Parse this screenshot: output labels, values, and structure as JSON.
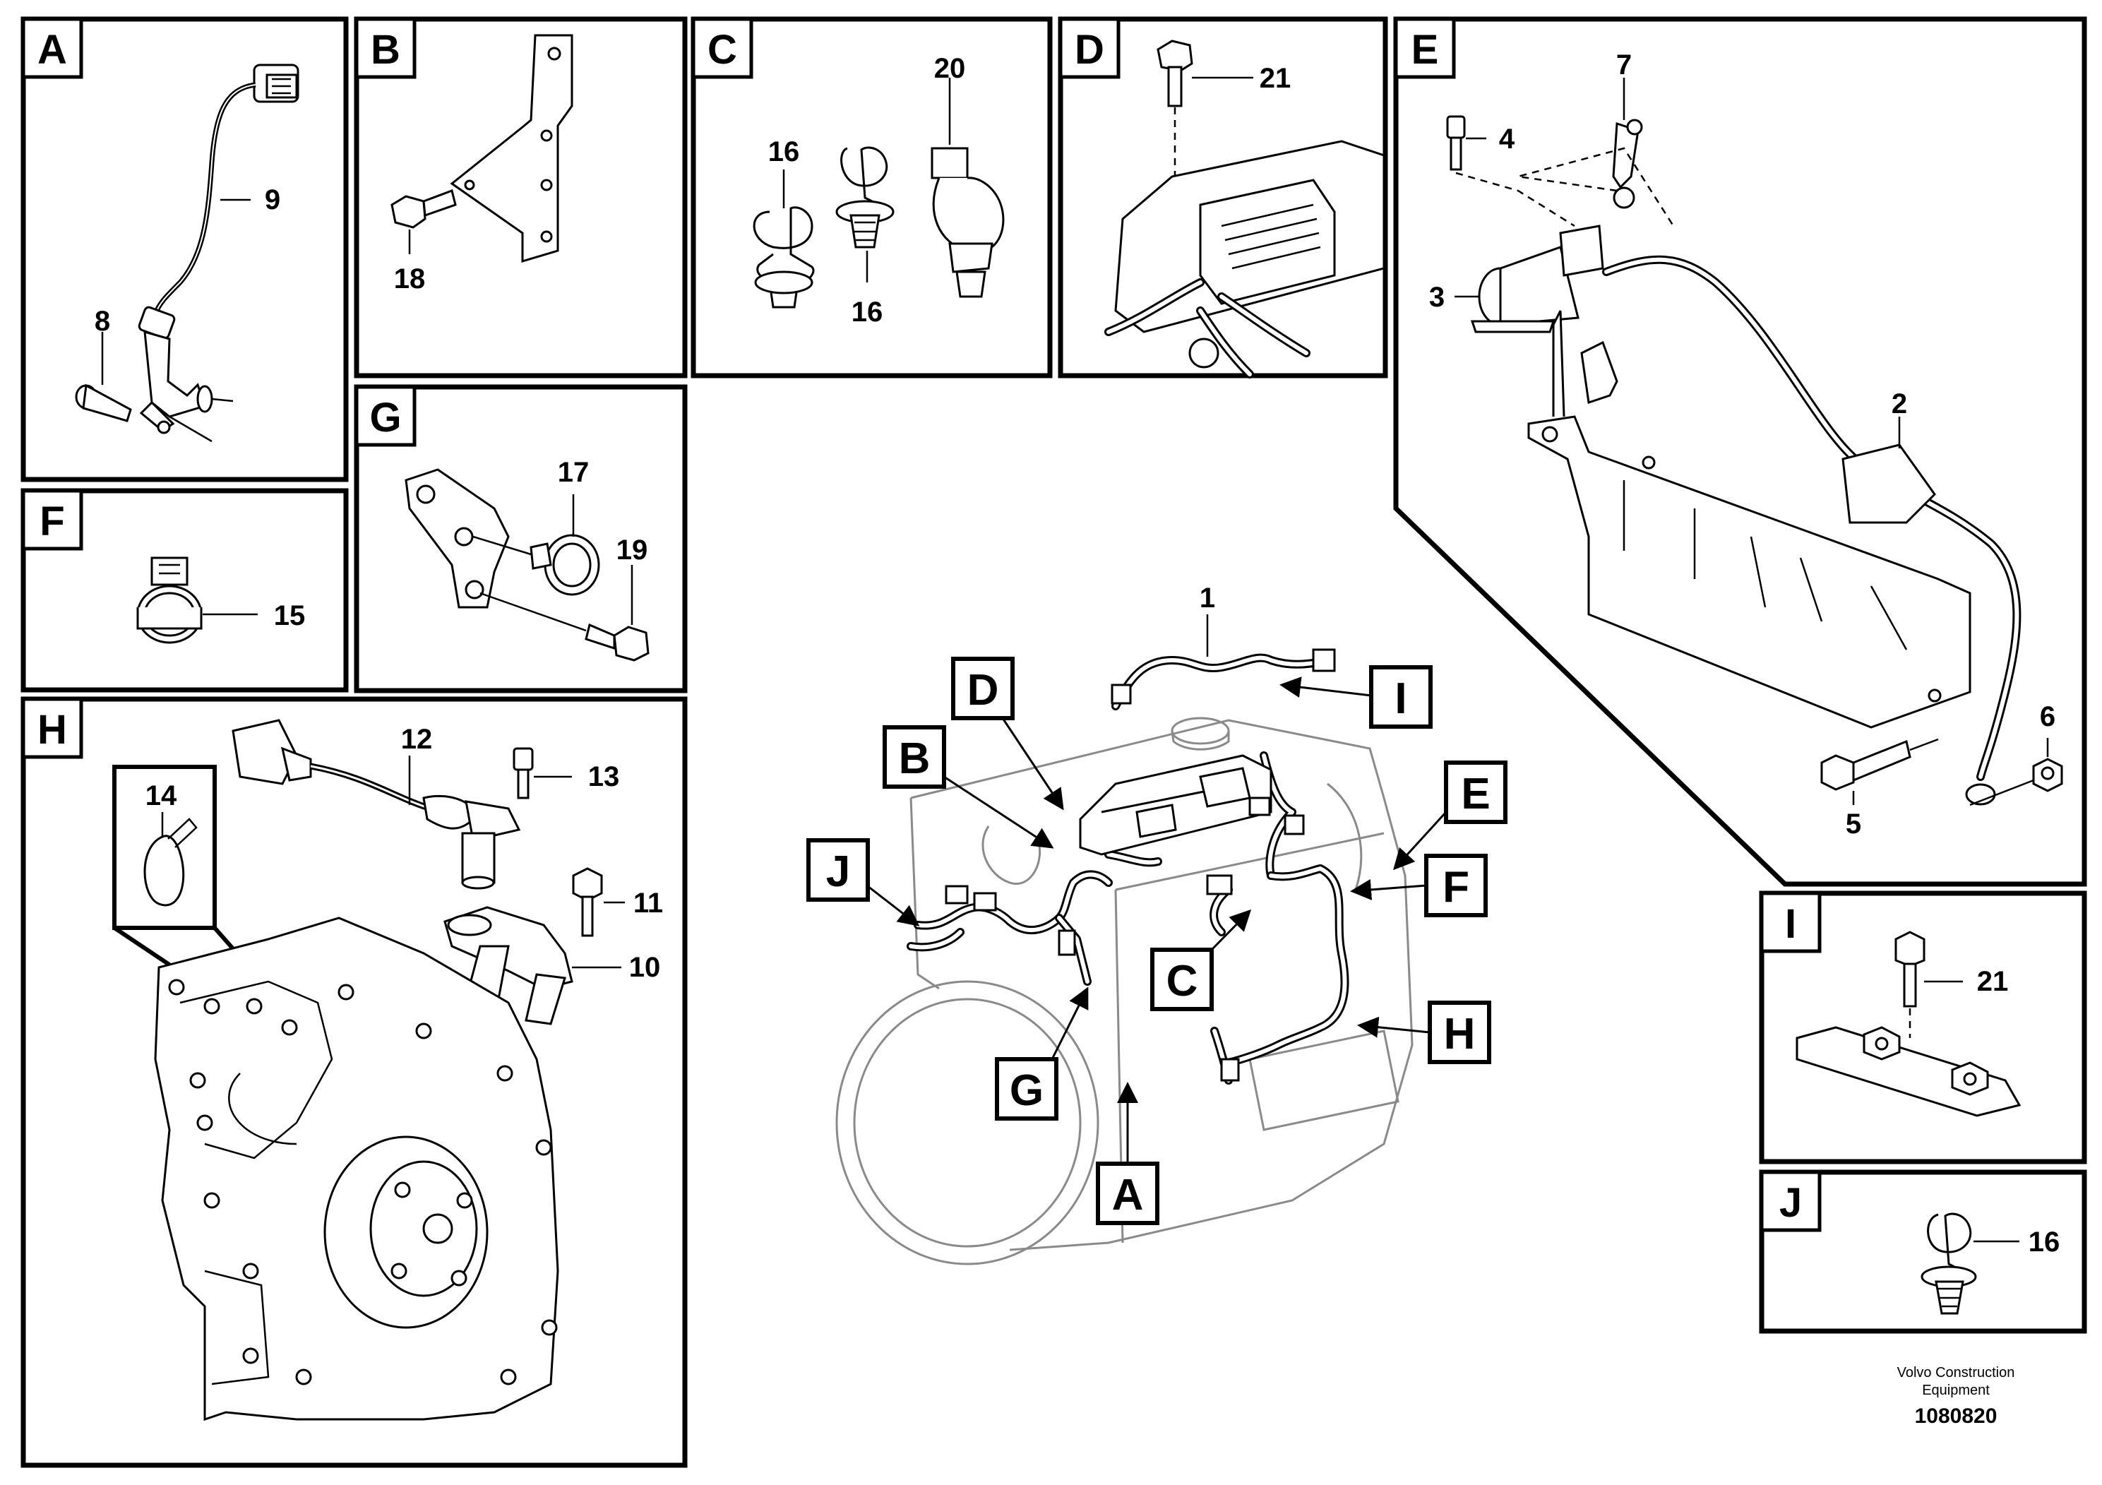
{
  "panels": {
    "A": {
      "letter": "A",
      "labels": {
        "p9": "9",
        "p8": "8"
      }
    },
    "B": {
      "letter": "B",
      "labels": {
        "p18": "18"
      }
    },
    "C": {
      "letter": "C",
      "labels": {
        "p20": "20",
        "p16a": "16",
        "p16b": "16"
      }
    },
    "D": {
      "letter": "D",
      "labels": {
        "p21": "21"
      }
    },
    "E": {
      "letter": "E",
      "labels": {
        "p7": "7",
        "p4": "4",
        "p3": "3",
        "p2": "2",
        "p6": "6",
        "p5": "5"
      }
    },
    "F": {
      "letter": "F",
      "labels": {
        "p15": "15"
      }
    },
    "G": {
      "letter": "G",
      "labels": {
        "p17": "17",
        "p19": "19"
      }
    },
    "H": {
      "letter": "H",
      "labels": {
        "p12": "12",
        "p13": "13",
        "p14": "14",
        "p11": "11",
        "p10": "10"
      }
    },
    "I": {
      "letter": "I",
      "labels": {
        "p21": "21"
      }
    },
    "J": {
      "letter": "J",
      "labels": {
        "p16": "16"
      }
    }
  },
  "main": {
    "label_1": "1",
    "callouts": {
      "A": "A",
      "B": "B",
      "C": "C",
      "D": "D",
      "E": "E",
      "F": "F",
      "G": "G",
      "H": "H",
      "I": "I",
      "J": "J"
    }
  },
  "footer": {
    "line1": "Volvo Construction",
    "line2": "Equipment",
    "code": "1080820"
  }
}
